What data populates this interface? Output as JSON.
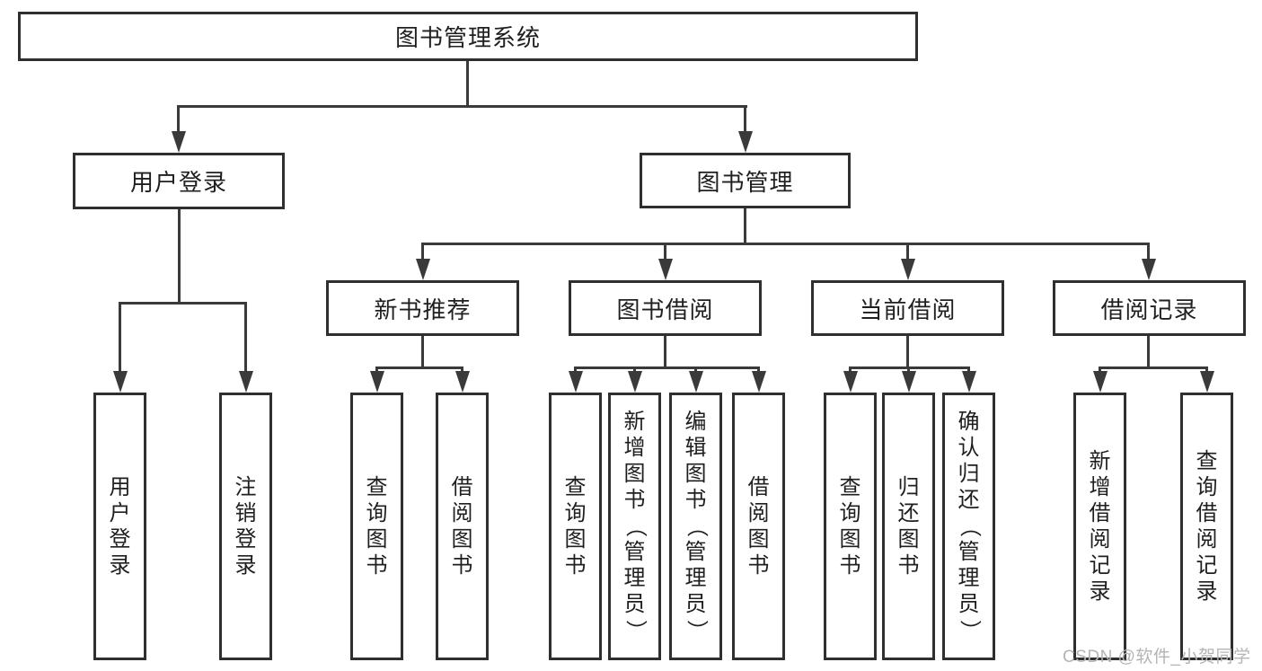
{
  "tree": {
    "root": {
      "label": "图书管理系统"
    },
    "level2": [
      {
        "label": "用户登录"
      },
      {
        "label": "图书管理"
      }
    ],
    "level3": [
      {
        "label": "新书推荐"
      },
      {
        "label": "图书借阅"
      },
      {
        "label": "当前借阅"
      },
      {
        "label": "借阅记录"
      }
    ],
    "leaves": {
      "user_login": [
        {
          "label": "用户登录"
        },
        {
          "label": "注销登录"
        }
      ],
      "new_book_recommend": [
        {
          "label": "查询图书"
        },
        {
          "label": "借阅图书"
        }
      ],
      "book_borrow": [
        {
          "label": "查询图书"
        },
        {
          "label": "新增图书（管理员）"
        },
        {
          "label": "编辑图书（管理员）"
        },
        {
          "label": "借阅图书"
        }
      ],
      "current_borrow": [
        {
          "label": "查询图书"
        },
        {
          "label": "归还图书"
        },
        {
          "label": "确认归还（管理员）"
        }
      ],
      "borrow_record": [
        {
          "label": "新增借阅记录"
        },
        {
          "label": "查询借阅记录"
        }
      ]
    }
  },
  "watermark": "CSDN @软件_小贺同学",
  "colors": {
    "line": "#3a3a3a",
    "box_border": "#2f2f2f",
    "text": "#1f1f1f",
    "watermark": "#b4b4b4",
    "background": "#ffffff"
  }
}
